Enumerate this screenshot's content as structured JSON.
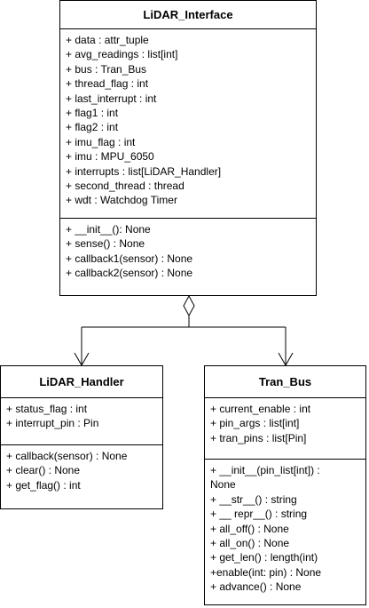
{
  "classes": {
    "lidar_interface": {
      "name": "LiDAR_Interface",
      "attributes": [
        "+ data : attr_tuple",
        "+ avg_readings : list[int]",
        "+ bus : Tran_Bus",
        "+ thread_flag : int",
        "+ last_interrupt : int",
        "+ flag1 : int",
        "+ flag2 : int",
        "+ imu_flag : int",
        "+ imu : MPU_6050",
        "+ interrupts : list[LiDAR_Handler]",
        "+ second_thread : thread",
        "+ wdt : Watchdog Timer"
      ],
      "methods": [
        "+ __init__(): None",
        "+ sense() : None",
        "+ callback1(sensor) : None",
        "+ callback2(sensor) : None"
      ]
    },
    "lidar_handler": {
      "name": "LiDAR_Handler",
      "attributes": [
        "+ status_flag : int",
        "+ interrupt_pin : Pin"
      ],
      "methods": [
        "+ callback(sensor) : None",
        "+ clear() : None",
        "+ get_flag() : int"
      ]
    },
    "tran_bus": {
      "name": "Tran_Bus",
      "attributes": [
        "+ current_enable : int",
        "+ pin_args : list[int]",
        "+ tran_pins : list[Pin]"
      ],
      "methods": [
        "+ __init__(pin_list[int]) :",
        "None",
        "+ __str__() : string",
        "+ __ repr__() : string",
        "+ all_off() : None",
        "+ all_on() : None",
        "+ get_len() : length(int)",
        "+enable(int: pin) : None",
        "+ advance() : None"
      ]
    }
  },
  "relationships": [
    {
      "from": "lidar_interface",
      "to": "lidar_handler",
      "type": "aggregation"
    },
    {
      "from": "lidar_interface",
      "to": "tran_bus",
      "type": "aggregation"
    }
  ]
}
